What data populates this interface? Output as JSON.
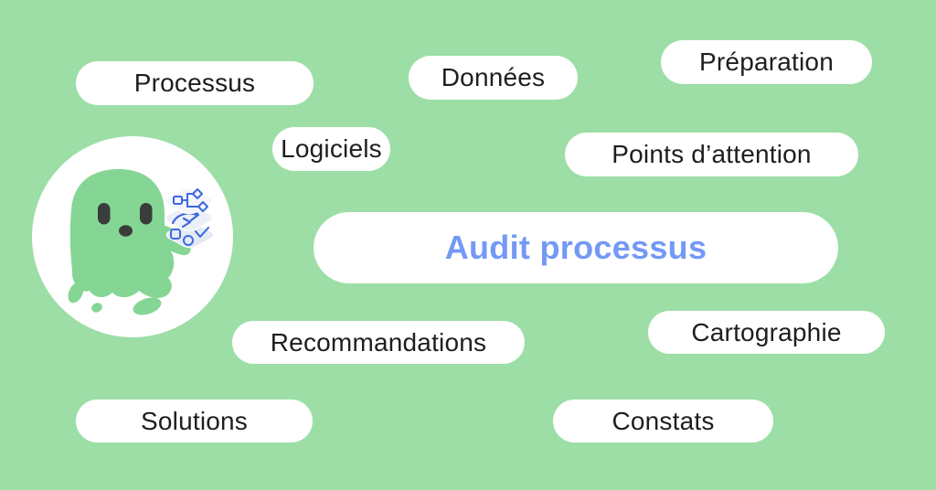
{
  "center_pill": {
    "label": "Audit processus"
  },
  "tags": {
    "processus": "Processus",
    "donnees": "Données",
    "preparation": "Préparation",
    "logiciels": "Logiciels",
    "points_attention": "Points d’attention",
    "recommandations": "Recommandations",
    "cartographie": "Cartographie",
    "solutions": "Solutions",
    "constats": "Constats"
  },
  "mascot": {
    "alt": "Green blob mascot inside a white circle holding an isometric stack of process diagram layers"
  },
  "colors": {
    "background": "#9CDEA6",
    "pill_background": "#FFFFFF",
    "tag_text": "#1E1E1E",
    "center_text": "#7499F5",
    "mascot_body": "#85D695",
    "mascot_eyes": "#393D3B",
    "layer_glyph_blue": "#3D68E0"
  }
}
